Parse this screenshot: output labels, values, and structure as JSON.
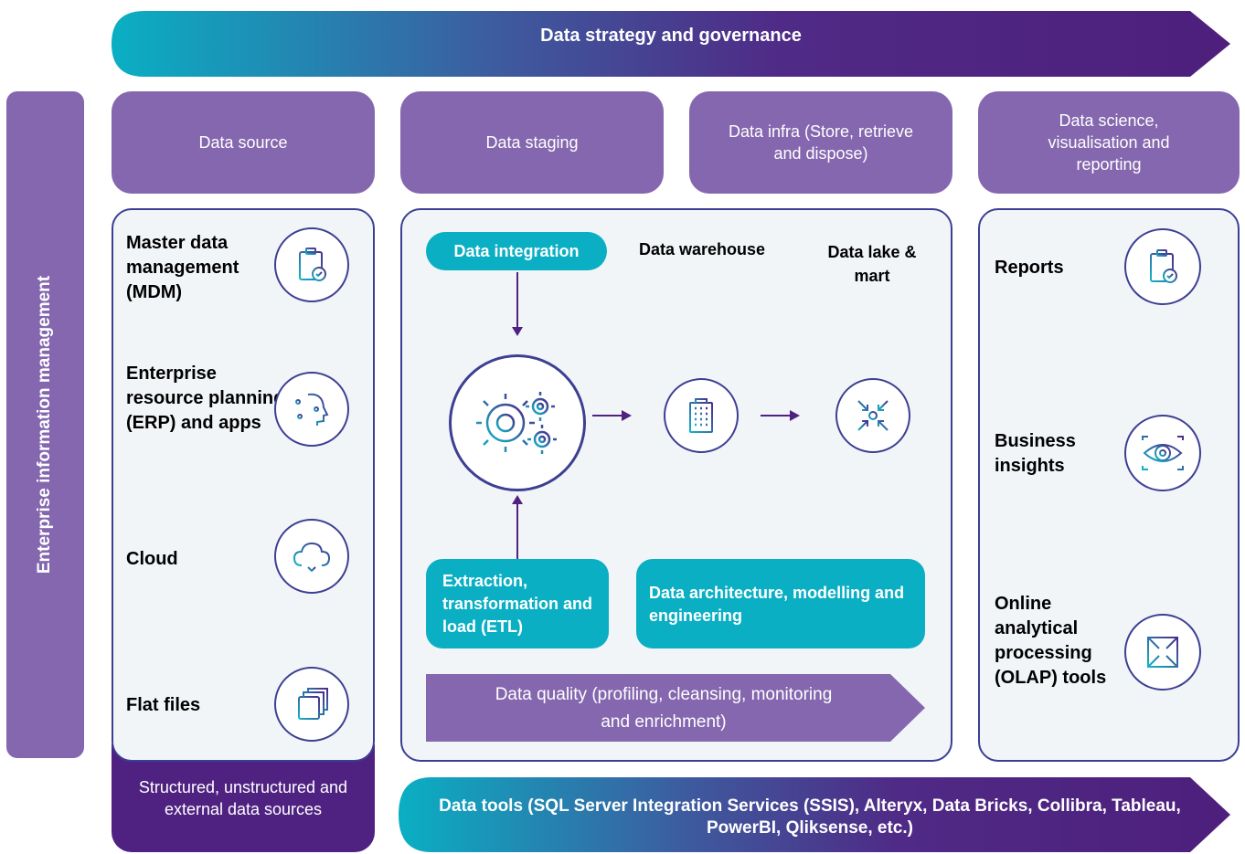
{
  "top_banner": "Data strategy and governance",
  "side_banner": "Enterprise information management",
  "headers": {
    "data_source": "Data source",
    "data_staging": "Data staging",
    "data_infra": "Data infra (Store, retrieve and dispose)",
    "data_science": "Data science, visualisation and reporting"
  },
  "source_items": {
    "mdm": "Master data management (MDM)",
    "erp": "Enterprise resource planning (ERP) and apps",
    "cloud": "Cloud",
    "flat_files": "Flat files"
  },
  "source_footer": "Structured, unstructured and external data sources",
  "staging": {
    "data_integration": "Data integration",
    "data_warehouse": "Data warehouse",
    "data_lake": "Data lake & mart",
    "etl": "Extraction, transformation and load (ETL)",
    "architecture": "Data architecture, modelling and engineering",
    "quality": "Data quality (profiling, cleansing, monitoring and enrichment)"
  },
  "science_items": {
    "reports": "Reports",
    "insights": "Business insights",
    "olap": "Online analytical processing (OLAP) tools"
  },
  "tools_banner": "Data tools (SQL Server Integration Services (SSIS), Alteryx, Data Bricks, Collibra, Tableau, PowerBI, Qliksense, etc.)",
  "colors": {
    "purple": "#8467ae",
    "dark_purple": "#4f2281",
    "teal": "#0aafc3",
    "navy": "#3d3f92"
  }
}
